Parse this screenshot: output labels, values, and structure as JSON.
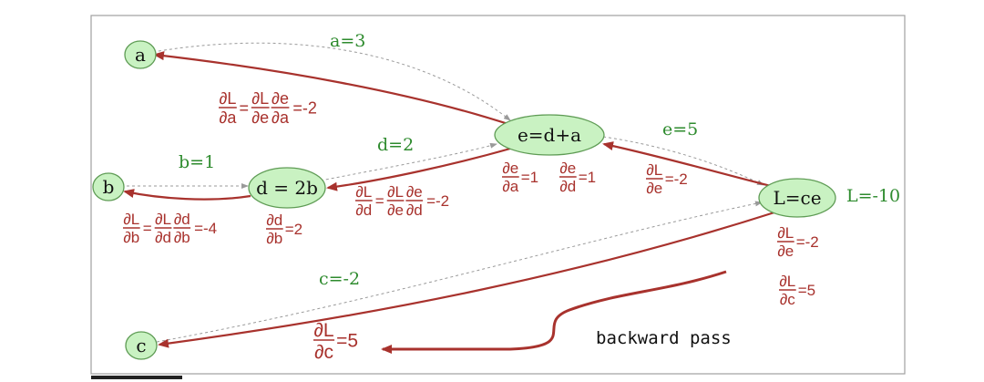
{
  "colors": {
    "node_fill": "#c9f2c2",
    "node_stroke": "#5f9c55",
    "edge_red": "#a8322d",
    "forward_gray": "#9a9a9a",
    "value_green": "#2e8b2e"
  },
  "nodes": {
    "a": "a",
    "b": "b",
    "c": "c",
    "d": "d = 2b",
    "e": "e=d+a",
    "L": "L=ce"
  },
  "values": {
    "a": "a=3",
    "b": "b=1",
    "c": "c=-2",
    "d": "d=2",
    "e": "e=5",
    "L": "L=-10"
  },
  "gradients": {
    "da": {
      "n1": "∂L",
      "d1": "∂a",
      "n2": "∂L",
      "d2": "∂e",
      "n3": "∂e",
      "d3": "∂a",
      "result": "=-2"
    },
    "db": {
      "n1": "∂L",
      "d1": "∂b",
      "n2": "∂L",
      "d2": "∂d",
      "n3": "∂d",
      "d3": "∂b",
      "result": "=-4"
    },
    "dd": {
      "n1": "∂L",
      "d1": "∂d",
      "n2": "∂L",
      "d2": "∂e",
      "n3": "∂e",
      "d3": "∂d",
      "result": "=-2"
    },
    "local_d_b": {
      "n": "∂d",
      "d": "∂b",
      "result": "=2"
    },
    "local_e_a": {
      "n": "∂e",
      "d": "∂a",
      "result": "=1"
    },
    "local_e_d": {
      "n": "∂e",
      "d": "∂d",
      "result": "=1"
    },
    "de_edge": {
      "n": "∂L",
      "d": "∂e",
      "result": "=-2"
    },
    "de_right": {
      "n": "∂L",
      "d": "∂e",
      "result": "=-2"
    },
    "dc_right": {
      "n": "∂L",
      "d": "∂c",
      "result": "=5"
    },
    "dc_big": {
      "n": "∂L",
      "d": "∂c",
      "result": "=5"
    }
  },
  "eq": "=",
  "caption": "backward pass"
}
